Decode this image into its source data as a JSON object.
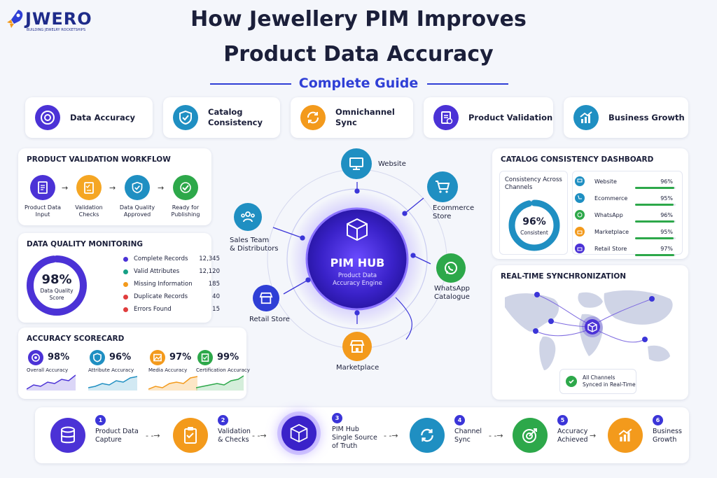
{
  "logo": {
    "name": "JWERO",
    "tagline": "BUILDING JEWELRY ROCKETSHIPS"
  },
  "header": {
    "title_line1": "How Jewellery PIM Improves",
    "title_line2": "Product Data Accuracy",
    "subtitle": "Complete Guide"
  },
  "features": [
    {
      "label": "Data Accuracy",
      "icon": "target-icon",
      "color": "#4b32d6"
    },
    {
      "label": "Catalog\nConsistency",
      "icon": "shield-check-icon",
      "color": "#1f8fc2"
    },
    {
      "label": "Omnichannel\nSync",
      "icon": "sync-icon",
      "color": "#f39a1c"
    },
    {
      "label": "Product Validation",
      "icon": "document-check-icon",
      "color": "#4b32d6"
    },
    {
      "label": "Business Growth",
      "icon": "growth-chart-icon",
      "color": "#1f8fc2"
    }
  ],
  "workflow": {
    "title": "PRODUCT VALIDATION WORKFLOW",
    "steps": [
      {
        "label": "Product Data\nInput",
        "icon": "document-icon",
        "color": "#4b32d6"
      },
      {
        "label": "Validation\nChecks",
        "icon": "checklist-icon",
        "color": "#f5a623"
      },
      {
        "label": "Data Quality\nApproved",
        "icon": "shield-check-icon",
        "color": "#1f8fc2"
      },
      {
        "label": "Ready for\nPublishing",
        "icon": "check-icon",
        "color": "#2da84a"
      }
    ]
  },
  "monitoring": {
    "title": "DATA QUALITY MONITORING",
    "score": "98%",
    "score_label": "Data Quality\nScore",
    "rows": [
      {
        "label": "Complete Records",
        "value": "12,345",
        "color": "#4b32d6"
      },
      {
        "label": "Valid Attributes",
        "value": "12,120",
        "color": "#16a085"
      },
      {
        "label": "Missing Information",
        "value": "185",
        "color": "#f39a1c"
      },
      {
        "label": "Duplicate Records",
        "value": "40",
        "color": "#e03d3d"
      },
      {
        "label": "Errors Found",
        "value": "15",
        "color": "#e03d3d"
      }
    ]
  },
  "scorecard": {
    "title": "ACCURACY SCORECARD",
    "items": [
      {
        "value": "98%",
        "label": "Overall Accuracy",
        "color": "#4b32d6",
        "icon": "target-icon"
      },
      {
        "value": "96%",
        "label": "Attribute Accuracy",
        "color": "#1f8fc2",
        "icon": "shield-check-icon"
      },
      {
        "value": "97%",
        "label": "Media Accuracy",
        "color": "#f39a1c",
        "icon": "image-icon"
      },
      {
        "value": "99%",
        "label": "Certification Accuracy",
        "color": "#2da84a",
        "icon": "certificate-icon"
      }
    ]
  },
  "hub": {
    "title": "PIM HUB",
    "subtitle": "Product Data\nAccuracy Engine"
  },
  "channels_ring": [
    {
      "label": "Website",
      "icon": "monitor-icon",
      "color": "#1f8fc2"
    },
    {
      "label": "Ecommerce\nStore",
      "icon": "cart-icon",
      "color": "#1f8fc2"
    },
    {
      "label": "WhatsApp\nCatalogue",
      "icon": "whatsapp-icon",
      "color": "#2da84a"
    },
    {
      "label": "Marketplace",
      "icon": "store-icon",
      "color": "#f39a1c"
    },
    {
      "label": "Retail Store",
      "icon": "shop-icon",
      "color": "#2f3fd6"
    },
    {
      "label": "Sales Team\n& Distributors",
      "icon": "team-icon",
      "color": "#1f8fc2"
    }
  ],
  "consistency": {
    "title": "CATALOG CONSISTENCY DASHBOARD",
    "heading": "Consistency Across\nChannels",
    "score": "96%",
    "score_label": "Consistent",
    "rows": [
      {
        "label": "Website",
        "value": "96%",
        "fill": 0.96,
        "color": "#1f8fc2"
      },
      {
        "label": "Ecommerce",
        "value": "95%",
        "fill": 0.95,
        "color": "#1f8fc2"
      },
      {
        "label": "WhatsApp",
        "value": "96%",
        "fill": 0.96,
        "color": "#2da84a"
      },
      {
        "label": "Marketplace",
        "value": "95%",
        "fill": 0.95,
        "color": "#f39a1c"
      },
      {
        "label": "Retail Store",
        "value": "97%",
        "fill": 0.97,
        "color": "#4b32d6"
      }
    ]
  },
  "sync": {
    "title": "REAL-TIME SYNCHRONIZATION",
    "badge": "All Channels\nSynced in Real-Time"
  },
  "process": [
    {
      "num": "1",
      "label": "Product Data\nCapture",
      "color": "#4b32d6",
      "icon": "database-icon"
    },
    {
      "num": "2",
      "label": "Validation\n& Checks",
      "color": "#f39a1c",
      "icon": "checklist-icon"
    },
    {
      "num": "3",
      "label": "PIM Hub\nSingle Source\nof Truth",
      "color": "#4b32d6",
      "icon": "box-icon"
    },
    {
      "num": "4",
      "label": "Channel\nSync",
      "color": "#1f8fc2",
      "icon": "sync-icon"
    },
    {
      "num": "5",
      "label": "Accuracy\nAchieved",
      "color": "#2da84a",
      "icon": "target-icon"
    },
    {
      "num": "6",
      "label": "Business\nGrowth",
      "color": "#f39a1c",
      "icon": "growth-chart-icon"
    }
  ]
}
